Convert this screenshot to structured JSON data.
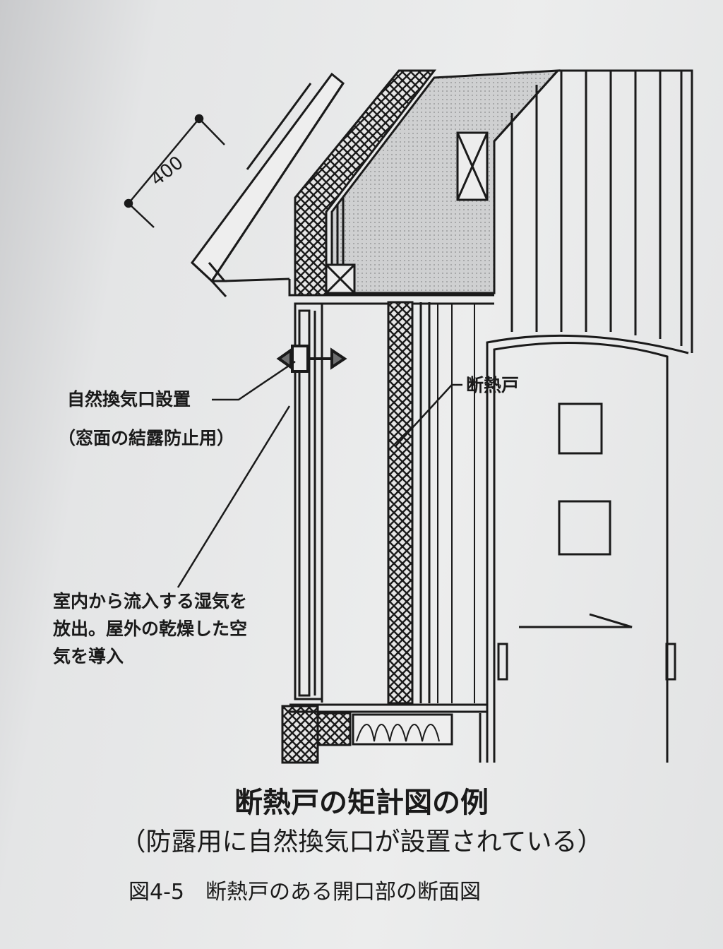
{
  "dimension": {
    "value": "400"
  },
  "labels": {
    "vent_line1": "自然換気口設置",
    "vent_line2": "（窓面の結露防止用）",
    "door": "断熱戸",
    "moisture_line1": "室内から流入する湿気を",
    "moisture_line2": "放出。屋外の乾燥した空",
    "moisture_line3": "気を導入"
  },
  "caption": {
    "title": "断熱戸の矩計図の例",
    "subtitle": "（防露用に自然換気口が設置されている）",
    "figure": "図4-5　断熱戸のある開口部の断面図"
  },
  "colors": {
    "ink": "#1a1a1a",
    "paper": "#e9eaea",
    "insulation": "#c9cacb"
  }
}
